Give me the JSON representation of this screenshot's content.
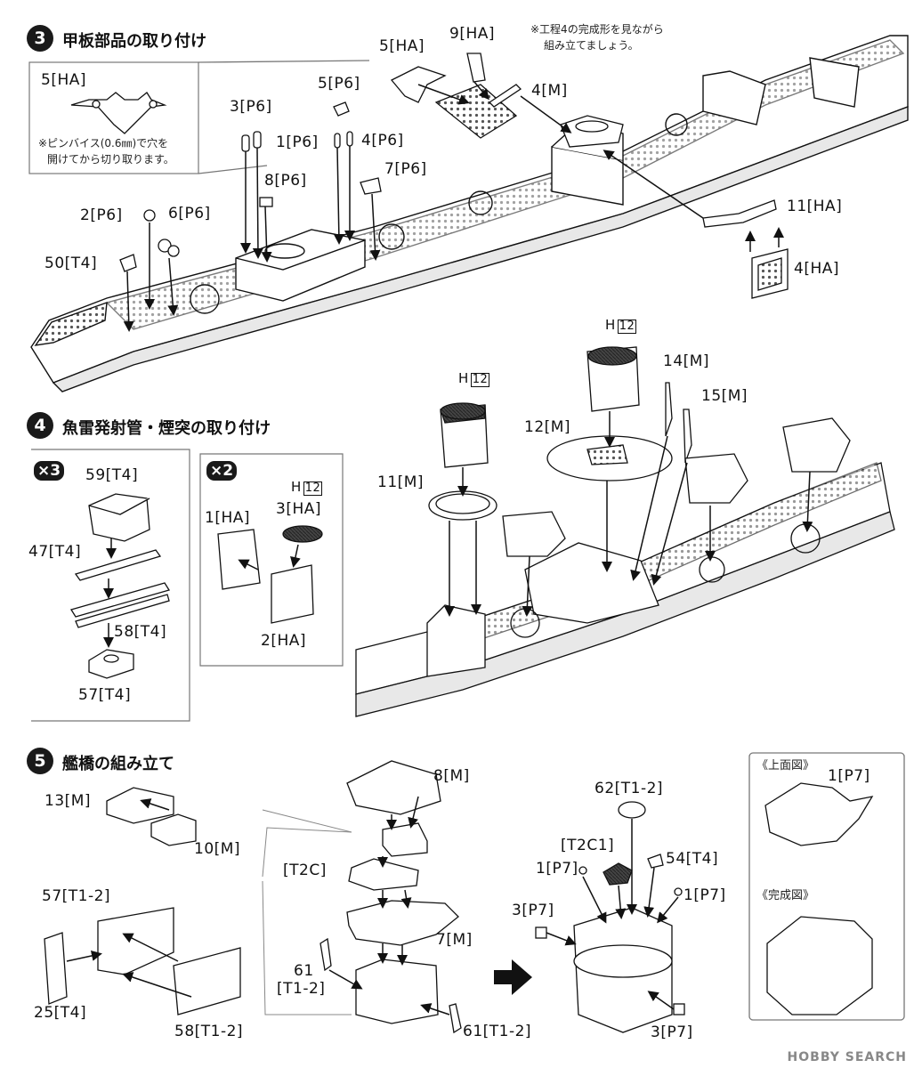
{
  "steps": {
    "s3": {
      "number": "3",
      "title": "甲板部品の取り付け"
    },
    "s4": {
      "number": "4",
      "title": "魚雷発射管・煙突の取り付け"
    },
    "s5": {
      "number": "5",
      "title": "艦橋の組み立て"
    }
  },
  "notes": {
    "step3_inset_line1": "※ピンバイス(0.6㎜)で穴を",
    "step3_inset_line2": "開けてから切り取ります。",
    "step3_top_line1": "※工程4の完成形を見ながら",
    "step3_top_line2": "組み立てましょう。"
  },
  "multipliers": {
    "x3": "×3",
    "x2": "×2"
  },
  "views": {
    "top": "《上面図》",
    "complete": "《完成図》"
  },
  "color_code": {
    "prefix": "H",
    "number": "12"
  },
  "labels": {
    "s3_inset_5HA": "5[HA]",
    "s3_5HA": "5[HA]",
    "s3_9HA": "9[HA]",
    "s3_5P6": "5[P6]",
    "s3_4M": "4[M]",
    "s3_3P6": "3[P6]",
    "s3_1P6": "1[P6]",
    "s3_4P6": "4[P6]",
    "s3_7P6": "7[P6]",
    "s3_8P6": "8[P6]",
    "s3_2P6": "2[P6]",
    "s3_6P6": "6[P6]",
    "s3_50T4": "50[T4]",
    "s3_11HA": "11[HA]",
    "s3_4HA": "4[HA]",
    "s4_14M": "14[M]",
    "s4_15M": "15[M]",
    "s4_12M": "12[M]",
    "s4_11M": "11[M]",
    "s4_59T4": "59[T4]",
    "s4_47T4": "47[T4]",
    "s4_58T4": "58[T4]",
    "s4_57T4": "57[T4]",
    "s4_1HA": "1[HA]",
    "s4_3HA": "3[HA]",
    "s4_2HA": "2[HA]",
    "s5_13M": "13[M]",
    "s5_10M": "10[M]",
    "s5_8M": "8[M]",
    "s5_T2C": "[T2C]",
    "s5_7M": "7[M]",
    "s5_57T12": "57[T1-2]",
    "s5_25T4": "25[T4]",
    "s5_58T12": "58[T1-2]",
    "s5_61a_num": "61",
    "s5_61a_part": "[T1-2]",
    "s5_61b": "61[T1-2]",
    "s5_62T12": "62[T1-2]",
    "s5_T2C1": "[T2C1]",
    "s5_1P7a": "1[P7]",
    "s5_54T4": "54[T4]",
    "s5_1P7b": "1[P7]",
    "s5_3P7a": "3[P7]",
    "s5_3P7b": "3[P7]",
    "s5_1P7top": "1[P7]"
  },
  "watermark": "HOBBY SEARCH"
}
